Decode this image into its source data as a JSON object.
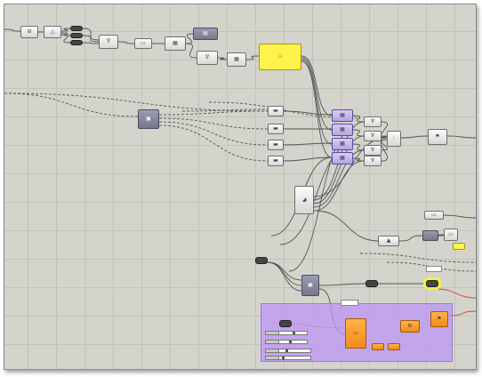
{
  "window": {
    "title": ""
  },
  "canvas": {
    "grid": true,
    "background_color": "#d4d4cc",
    "grid_color": "#c2c2ba"
  },
  "colors": {
    "wire": "#555555",
    "wire_red": "#d9402a",
    "group_fill": "#be96f5",
    "yellow_panel": "#fff24a",
    "orange_component": "#f5a030"
  },
  "components": [
    {
      "kind": "param",
      "icon": "component-icon"
    },
    {
      "kind": "param",
      "icon": "component-icon"
    },
    {
      "kind": "toggle",
      "icon": "toggle-icon"
    },
    {
      "kind": "toggle",
      "icon": "toggle-icon"
    },
    {
      "kind": "toggle",
      "icon": "toggle-icon"
    },
    {
      "kind": "component",
      "icon": "component-icon"
    },
    {
      "kind": "component",
      "icon": "component-icon"
    },
    {
      "kind": "component",
      "icon": "component-icon"
    },
    {
      "kind": "panel",
      "icon": "panel-icon"
    },
    {
      "kind": "yellow-panel",
      "icon": "note-icon"
    },
    {
      "kind": "component",
      "icon": "component-icon"
    },
    {
      "kind": "component",
      "icon": "component-icon"
    },
    {
      "kind": "cluster",
      "icon": "cluster-icon"
    },
    {
      "kind": "component",
      "icon": "component-icon"
    },
    {
      "kind": "component",
      "icon": "component-icon"
    },
    {
      "kind": "component",
      "icon": "component-icon"
    },
    {
      "kind": "component",
      "icon": "component-icon"
    },
    {
      "kind": "selected-component",
      "icon": "component-icon"
    },
    {
      "kind": "selected-component",
      "icon": "component-icon"
    },
    {
      "kind": "selected-component",
      "icon": "component-icon"
    },
    {
      "kind": "selected-component",
      "icon": "component-icon"
    },
    {
      "kind": "component",
      "icon": "component-icon"
    },
    {
      "kind": "component",
      "icon": "component-icon"
    },
    {
      "kind": "component",
      "icon": "component-icon"
    },
    {
      "kind": "component",
      "icon": "component-icon"
    },
    {
      "kind": "component",
      "icon": "component-icon"
    },
    {
      "kind": "component",
      "icon": "component-icon"
    },
    {
      "kind": "component",
      "icon": "component-icon"
    },
    {
      "kind": "component",
      "icon": "component-icon"
    },
    {
      "kind": "component",
      "icon": "component-icon"
    },
    {
      "kind": "component",
      "icon": "component-icon"
    },
    {
      "kind": "param",
      "icon": "toggle-icon"
    },
    {
      "kind": "param",
      "icon": "toggle-icon"
    },
    {
      "kind": "cluster",
      "icon": "cluster-icon"
    },
    {
      "kind": "orange-component",
      "icon": "component-icon"
    },
    {
      "kind": "orange-component",
      "icon": "component-icon"
    },
    {
      "kind": "param",
      "icon": "component-icon"
    },
    {
      "kind": "orange-component",
      "icon": "component-icon"
    },
    {
      "kind": "orange-component",
      "icon": "component-icon"
    },
    {
      "kind": "orange-component",
      "icon": "component-icon"
    },
    {
      "kind": "param",
      "icon": "toggle-icon"
    },
    {
      "kind": "param",
      "icon": "toggle-icon"
    }
  ],
  "sliders": [
    {
      "name": "slider-1",
      "value": 0.4
    },
    {
      "name": "slider-2",
      "value": 0.3
    },
    {
      "name": "slider-3",
      "value": 0.2
    },
    {
      "name": "slider-4",
      "value": 0.1
    }
  ]
}
